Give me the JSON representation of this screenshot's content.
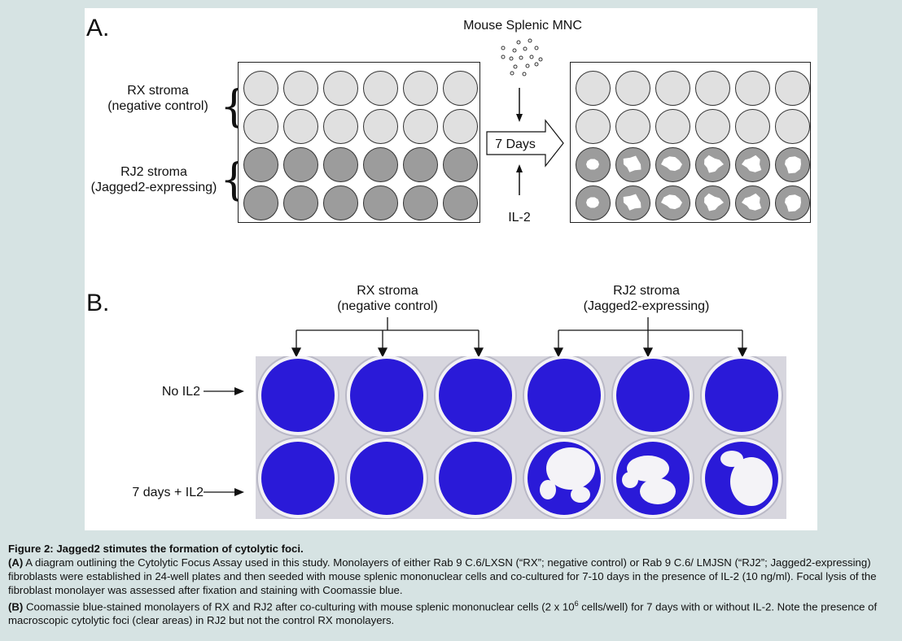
{
  "panel_a": {
    "letter": "A.",
    "source_label": "Mouse Splenic MNC",
    "rx_label": [
      "RX stroma",
      "(negative control)"
    ],
    "rj2_label": [
      "RJ2 stroma",
      "(Jagged2-expressing)"
    ],
    "days_label": "7 Days",
    "il2_label": "IL-2",
    "plate_rows": 4,
    "plate_cols": 6
  },
  "panel_b": {
    "letter": "B.",
    "rx_label": [
      "RX stroma",
      "(negative control)"
    ],
    "rj2_label": [
      "RJ2 stroma",
      "(Jagged2-expressing)"
    ],
    "row_labels": [
      "No IL2",
      "7 days + IL2"
    ],
    "colors": {
      "stain": "#2a1ad8",
      "plate_bg": "#d7d6de"
    }
  },
  "caption": {
    "title": "Figure 2: Jagged2 stimutes the formation of cytolytic foci.",
    "a_tag": "(A)",
    "a_text": " A diagram outlining the Cytolytic Focus Assay used in this study. Monolayers of either Rab 9 C.6/LXSN (“RX”; negative control) or Rab 9 C.6/ LMJSN (“RJ2”; Jagged2-expressing) fibroblasts were established in 24-well plates and then seeded with mouse splenic mononuclear cells and co-cultured for 7-10 days in the presence of IL-2 (10 ng/ml). Focal lysis of the fibroblast monolayer was assessed after fixation and staining with Coomassie blue.",
    "b_tag": "(B)",
    "b_text_1": " Coomassie blue-stained monolayers of RX and RJ2 after co-culturing with mouse splenic mononuclear cells (2 x 10",
    "b_sup": "6",
    "b_text_2": " cells/well) for 7 days with or without IL-2. Note the presence of macroscopic cytolytic foci (clear areas) in RJ2 but not the control RX monolayers."
  }
}
